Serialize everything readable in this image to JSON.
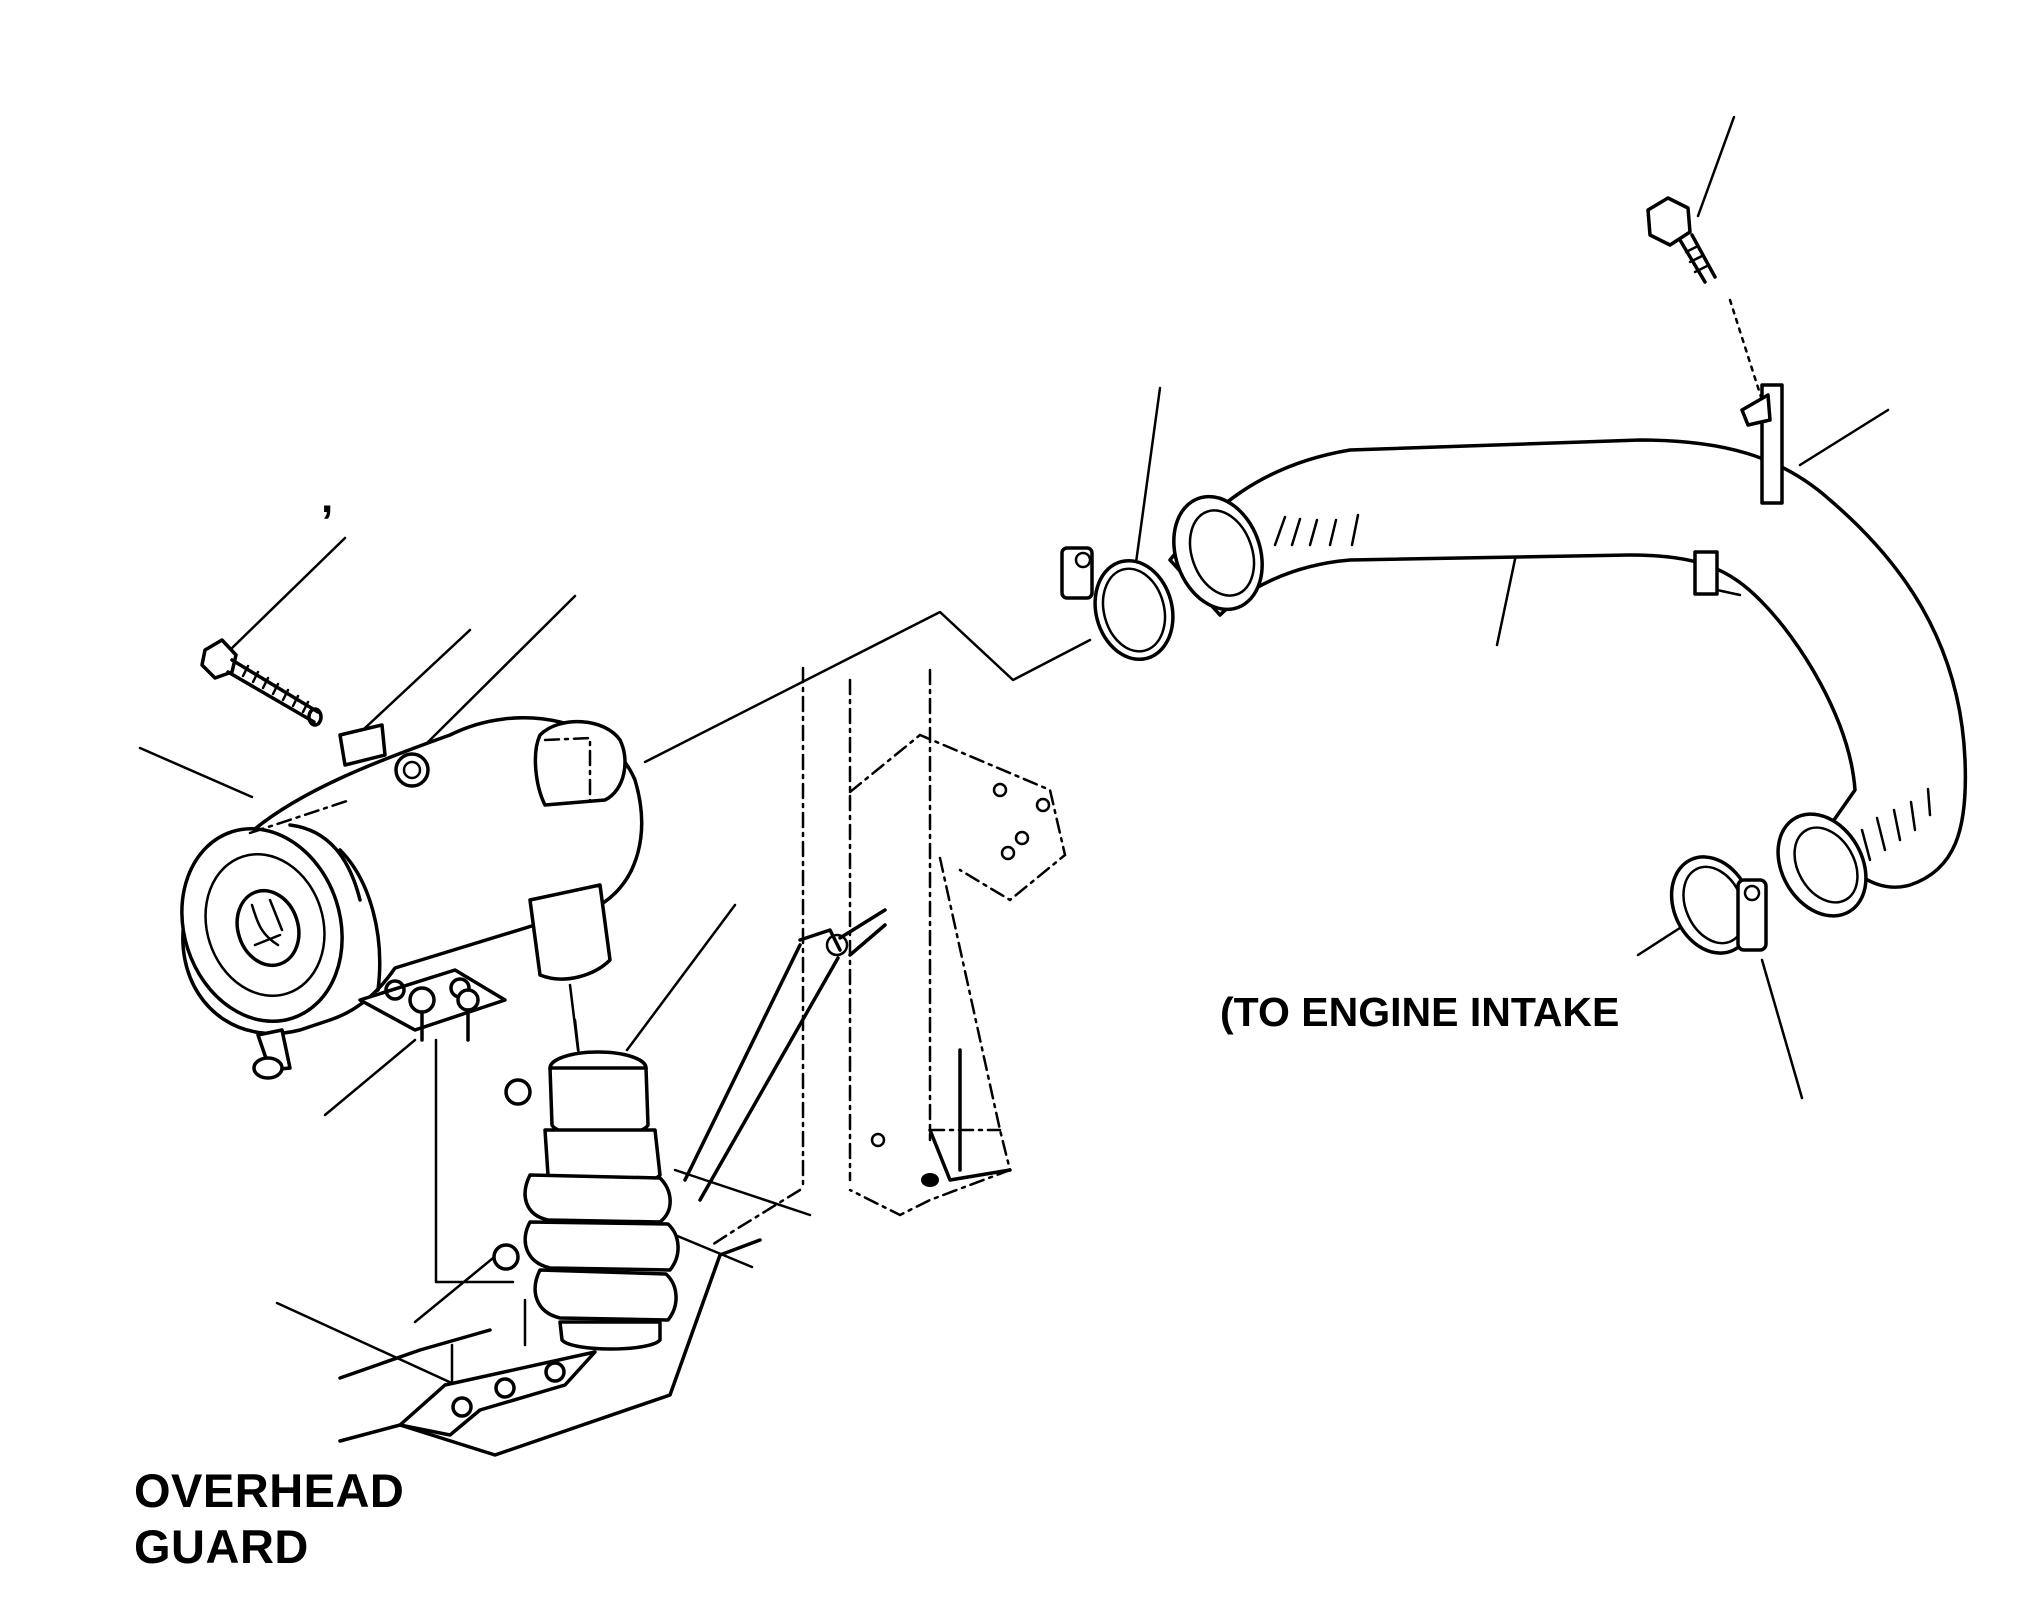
{
  "diagram": {
    "labels": {
      "overhead_line1": "OVERHEAD",
      "overhead_line2": "GUARD",
      "engine_intake": "(TO ENGINE INTAKE",
      "tick_mark": ","
    },
    "colors": {
      "ink": "#000000",
      "paper": "#ffffff"
    }
  }
}
